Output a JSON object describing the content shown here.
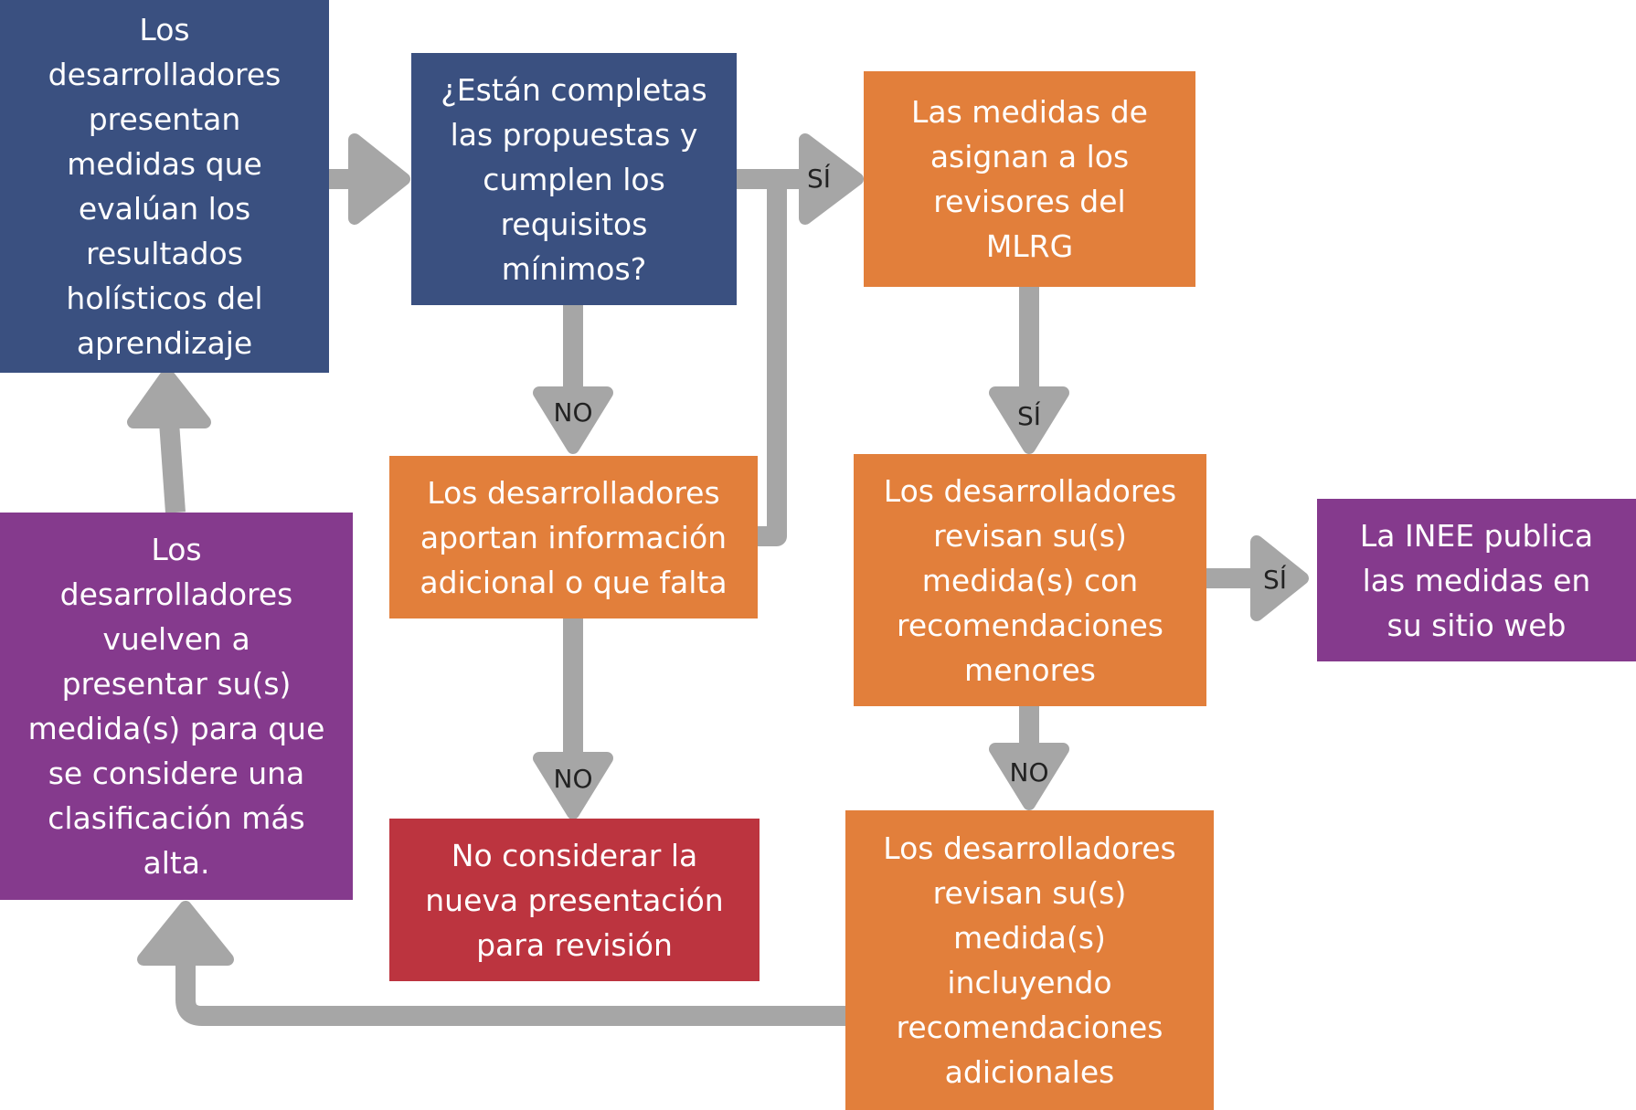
{
  "colors": {
    "navy": "#3a5080",
    "orange": "#e27f3b",
    "purple": "#853a8d",
    "red": "#bc343f",
    "arrow": "#a6a6a6"
  },
  "boxes": {
    "submit_measures": "Los\ndesarrolladores\npresentan\nmedidas que\nevalúan los\nresultados\nholísticos del\naprendizaje",
    "check_complete": "¿Están completas\nlas propuestas y\ncumplen los\nrequisitos\nmínimos?",
    "assign_reviewers": "Las medidas de\nasignan a los\nrevisores del\nMLRG",
    "provide_info": "Los desarrolladores\naportan información\nadicional o que falta",
    "minor_revisions": "Los desarrolladores\nrevisan su(s)\nmedida(s) con\nrecomendaciones\nmenores",
    "inee_publishes": "La INEE publica\nlas medidas en\nsu sitio web",
    "resubmit": "Los\ndesarrolladores\nvuelven a\npresentar su(s)\nmedida(s) para que\nse considere  una\nclasificación más\nalta.",
    "not_considered": "No considerar la\nnueva presentación\npara revisión",
    "additional_revisions": "Los desarrolladores\nrevisan su(s)\nmedida(s)\nincluyendo\nrecomendaciones\nadicionales"
  },
  "labels": {
    "yes_to_assign": "SÍ",
    "no_from_check": "NO",
    "yes_from_assign": "SÍ",
    "yes_to_publish": "SÍ",
    "no_from_provide": "NO",
    "no_from_minor": "NO"
  }
}
